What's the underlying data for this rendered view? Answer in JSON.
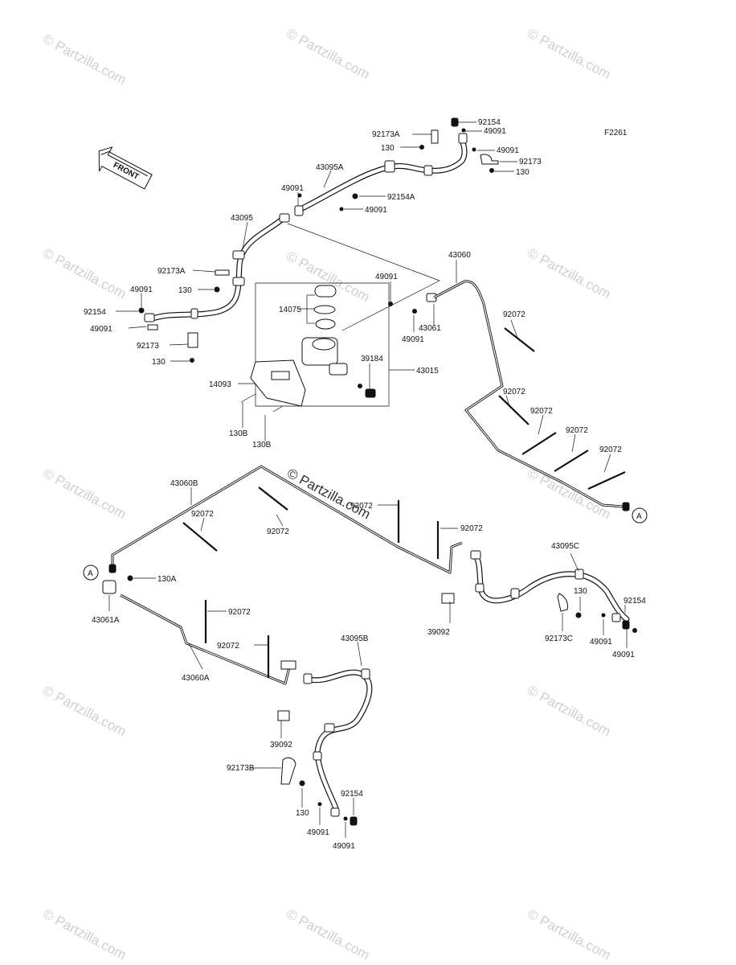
{
  "diagram_code": "F2261",
  "front_marker": "FRONT",
  "watermark": "© Partzilla.com",
  "center_watermark": "© Partzilla.com",
  "callouts": {
    "c92154_top": "92154",
    "c92173A_top": "92173A",
    "c49091_top1": "49091",
    "c130_top1": "130",
    "c49091_top2": "49091",
    "c92173_top": "92173",
    "c130_top2": "130",
    "c43095A": "43095A",
    "c49091_a": "49091",
    "c92154A": "92154A",
    "c49091_b": "49091",
    "c43095": "43095",
    "c92173A_left": "92173A",
    "c130_left1": "130",
    "c49091_left1": "49091",
    "c92154_left": "92154",
    "c49091_left2": "49091",
    "c92173_left": "92173",
    "c130_left2": "130",
    "c43060": "43060",
    "c49091_mc1": "49091",
    "c14075": "14075",
    "c43061": "43061",
    "c49091_mc2": "49091",
    "c39184": "39184",
    "c43015": "43015",
    "c14093": "14093",
    "c130B_1": "130B",
    "c130B_2": "130B",
    "c92072_r1": "92072",
    "c92072_r2": "92072",
    "c92072_r3": "92072",
    "c92072_r4": "92072",
    "c92072_r5": "92072",
    "cA_right": "A",
    "c43060B": "43060B",
    "c92072_m1": "92072",
    "c92072_m2": "92072",
    "c92072_m3": "92072",
    "c92072_m4": "92072",
    "cA_left": "A",
    "c130A": "130A",
    "c43061A": "43061A",
    "c92072_b1": "92072",
    "c92072_b2": "92072",
    "c43060A": "43060A",
    "c39092_r": "39092",
    "c43095C": "43095C",
    "c130_rc": "130",
    "c92154_rc": "92154",
    "c92173C": "92173C",
    "c49091_rc1": "49091",
    "c49091_rc2": "49091",
    "c43095B": "43095B",
    "c39092_b": "39092",
    "c92173B": "92173B",
    "c130_b": "130",
    "c92154_b": "92154",
    "c49091_b1": "49091",
    "c49091_b2": "49091"
  }
}
